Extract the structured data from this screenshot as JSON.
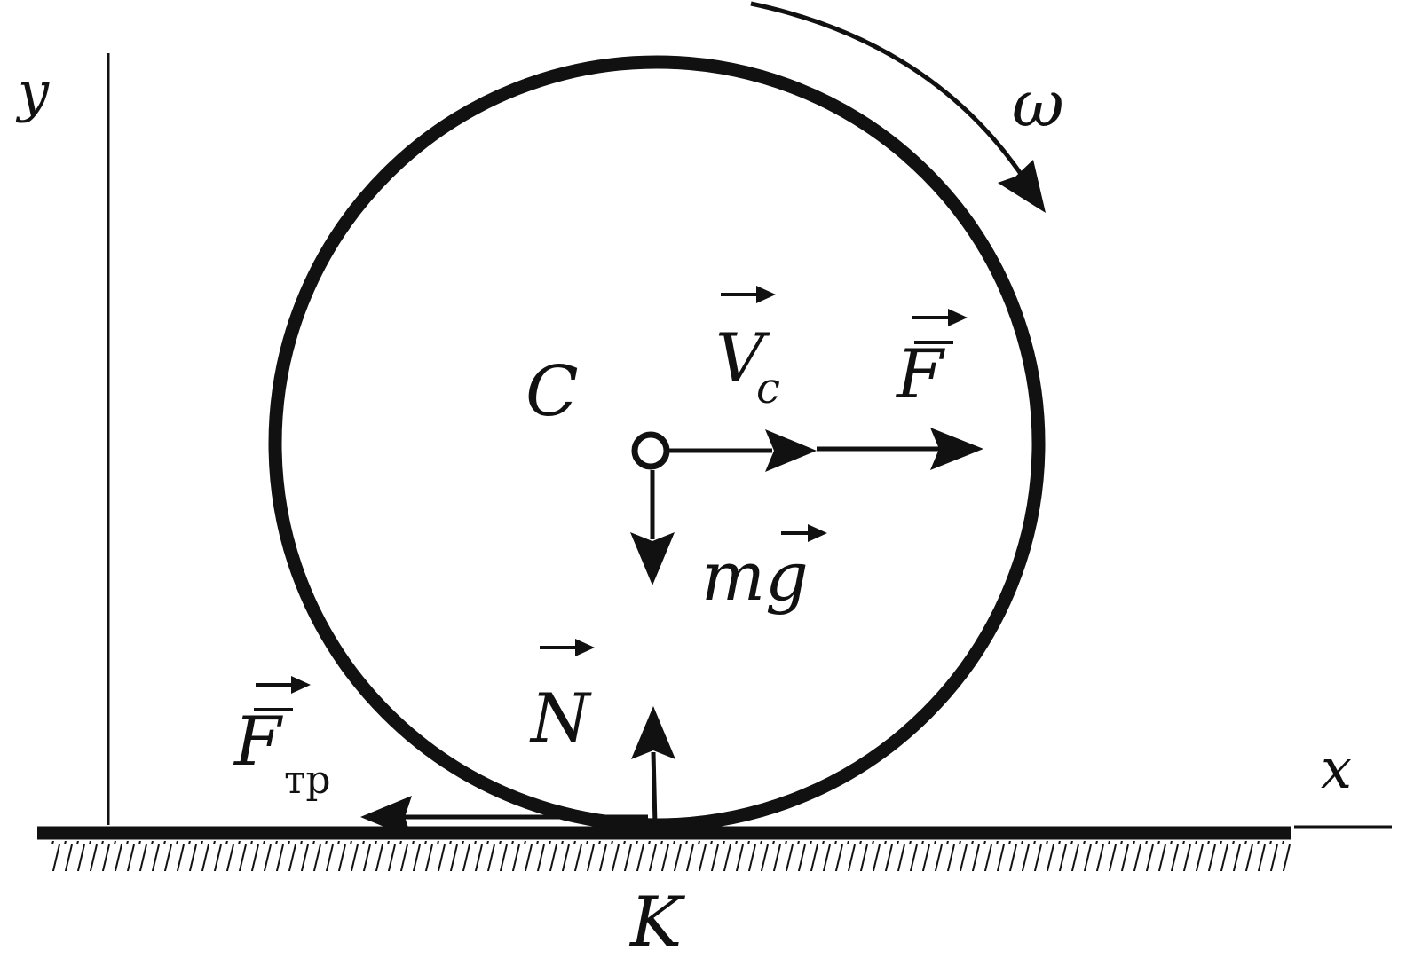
{
  "labels": {
    "y_axis": "y",
    "x_axis": "x",
    "omega": "ω",
    "center": "C",
    "velocity": "V",
    "velocity_sub": "c",
    "force": "F",
    "gravity": "mg",
    "normal": "N",
    "friction": "F",
    "friction_sub": "тр",
    "contact": "K"
  },
  "colors": {
    "ink": "#111111",
    "background": "#ffffff"
  },
  "icons": {
    "vector_mark": "right-arrow-above",
    "center_marker": "hollow-circle"
  }
}
